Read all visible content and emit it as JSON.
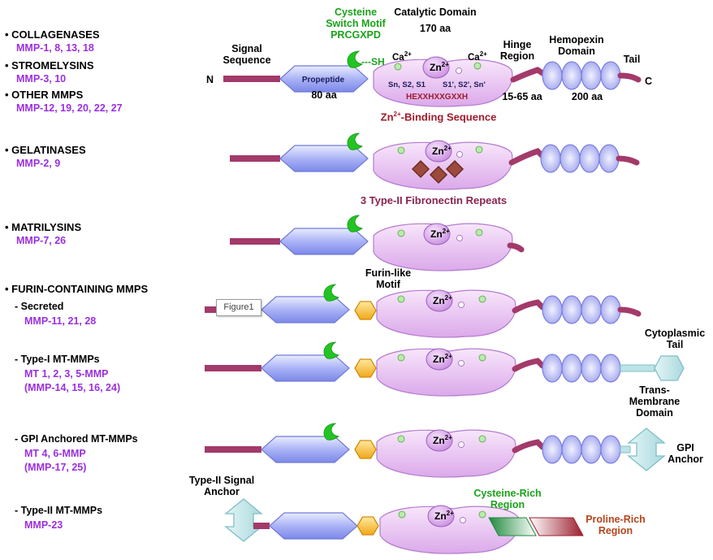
{
  "left_panel": {
    "collagenases": {
      "name": "• COLLAGENASES",
      "members": "MMP-1, 8, 13, 18"
    },
    "stromelysins": {
      "name": "• STROMELYSINS",
      "members": "MMP-3, 10"
    },
    "other": {
      "name": "• OTHER MMPS",
      "members": "MMP-12, 19, 20, 22, 27"
    },
    "gelatinases": {
      "name": "• GELATINASES",
      "members": "MMP-2, 9"
    },
    "matrilysins": {
      "name": "• MATRILYSINS",
      "members": "MMP-7, 26"
    },
    "furin": {
      "name": "• FURIN-CONTAINING MMPS"
    },
    "secreted": {
      "name": "- Secreted",
      "members": "MMP-11, 21, 28"
    },
    "type1": {
      "name": "- Type-I MT-MMPs",
      "members": "MT 1, 2, 3, 5-MMP",
      "members2": "(MMP-14, 15, 16, 24)"
    },
    "gpi": {
      "name": "- GPI Anchored MT-MMPs",
      "members": "MT 4, 6-MMP",
      "members2": "(MMP-17, 25)"
    },
    "type2": {
      "name": "- Type-II MT-MMPs",
      "members": "MMP-23"
    }
  },
  "annotations": {
    "cysteine_switch": "Cysteine",
    "cysteine_switch2": "Switch Motif",
    "cysteine_motif_seq": "PRCGXPD",
    "catalytic_domain": "Catalytic Domain",
    "catalytic_len": "170 aa",
    "signal_sequence": "Signal",
    "signal_sequence2": "Sequence",
    "n_term": "N",
    "c_term": "C",
    "sh": "---SH",
    "ca1": "Ca",
    "ca2": "Ca",
    "ca_sup": "2+",
    "zn": "Zn",
    "zn_sup": "2+",
    "propeptide": "Propeptide",
    "propeptide_len": "80 aa",
    "subsites_left": "Sn, S2, S1",
    "subsites_right": "S1', S2', Sn'",
    "zn_binding_seq": "HEXXHXXGXXH",
    "hinge": "Hinge",
    "hinge2": "Region",
    "hinge_len": "15-65 aa",
    "hemopexin": "Hemopexin",
    "hemopexin2": "Domain",
    "hemopexin_len": "200 aa",
    "tail": "Tail",
    "zn_binding_label_a": "Zn",
    "zn_binding_label_b": "-Binding Sequence",
    "fibronectin": "3 Type-II Fibronectin Repeats",
    "furin_motif": "Furin-like",
    "furin_motif2": "Motif",
    "cyto_tail": "Cytoplasmic",
    "cyto_tail2": "Tail",
    "transmembrane": "Trans-",
    "transmembrane2": "Membrane",
    "transmembrane3": "Domain",
    "gpi_anchor": "GPI",
    "gpi_anchor2": "Anchor",
    "type2_signal": "Type-II Signal",
    "type2_signal2": "Anchor",
    "cys_rich": "Cysteine-Rich",
    "cys_rich2": "Region",
    "pro_rich": "Proline-Rich",
    "pro_rich2": "Region"
  },
  "tooltip": "Figure1",
  "colors": {
    "propeptide": "#a9b2f5",
    "catalytic": "#e7bdf0",
    "hemopexin": "#c9cbf8",
    "linker": "#a33a6a",
    "cys_switch": "#21c421",
    "furin": "#f5b52a",
    "anchor": "#bde3e7",
    "fibronectin": "#9c4a3c",
    "mmp_text": "#9b2fe0"
  }
}
